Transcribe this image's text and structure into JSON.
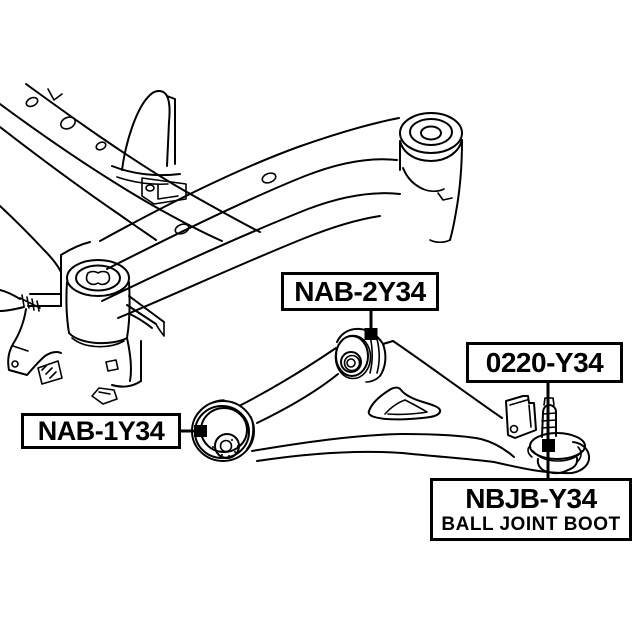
{
  "page": {
    "title": "Suspension parts diagram",
    "background": "#ffffff",
    "ink": "#000000"
  },
  "labels": {
    "nab2": {
      "part_number": "NAB-2Y34"
    },
    "n0220": {
      "part_number": "0220-Y34"
    },
    "nab1": {
      "part_number": "NAB-1Y34"
    },
    "nbjb": {
      "part_number": "NBJB-Y34",
      "description": "BALL JOINT BOOT"
    }
  },
  "illustration": {
    "components": [
      "subframe-crossmember",
      "front-lower-control-arm",
      "front-arm-bushing",
      "rear-arm-bushing",
      "ball-joint",
      "ball-joint-boot"
    ]
  }
}
